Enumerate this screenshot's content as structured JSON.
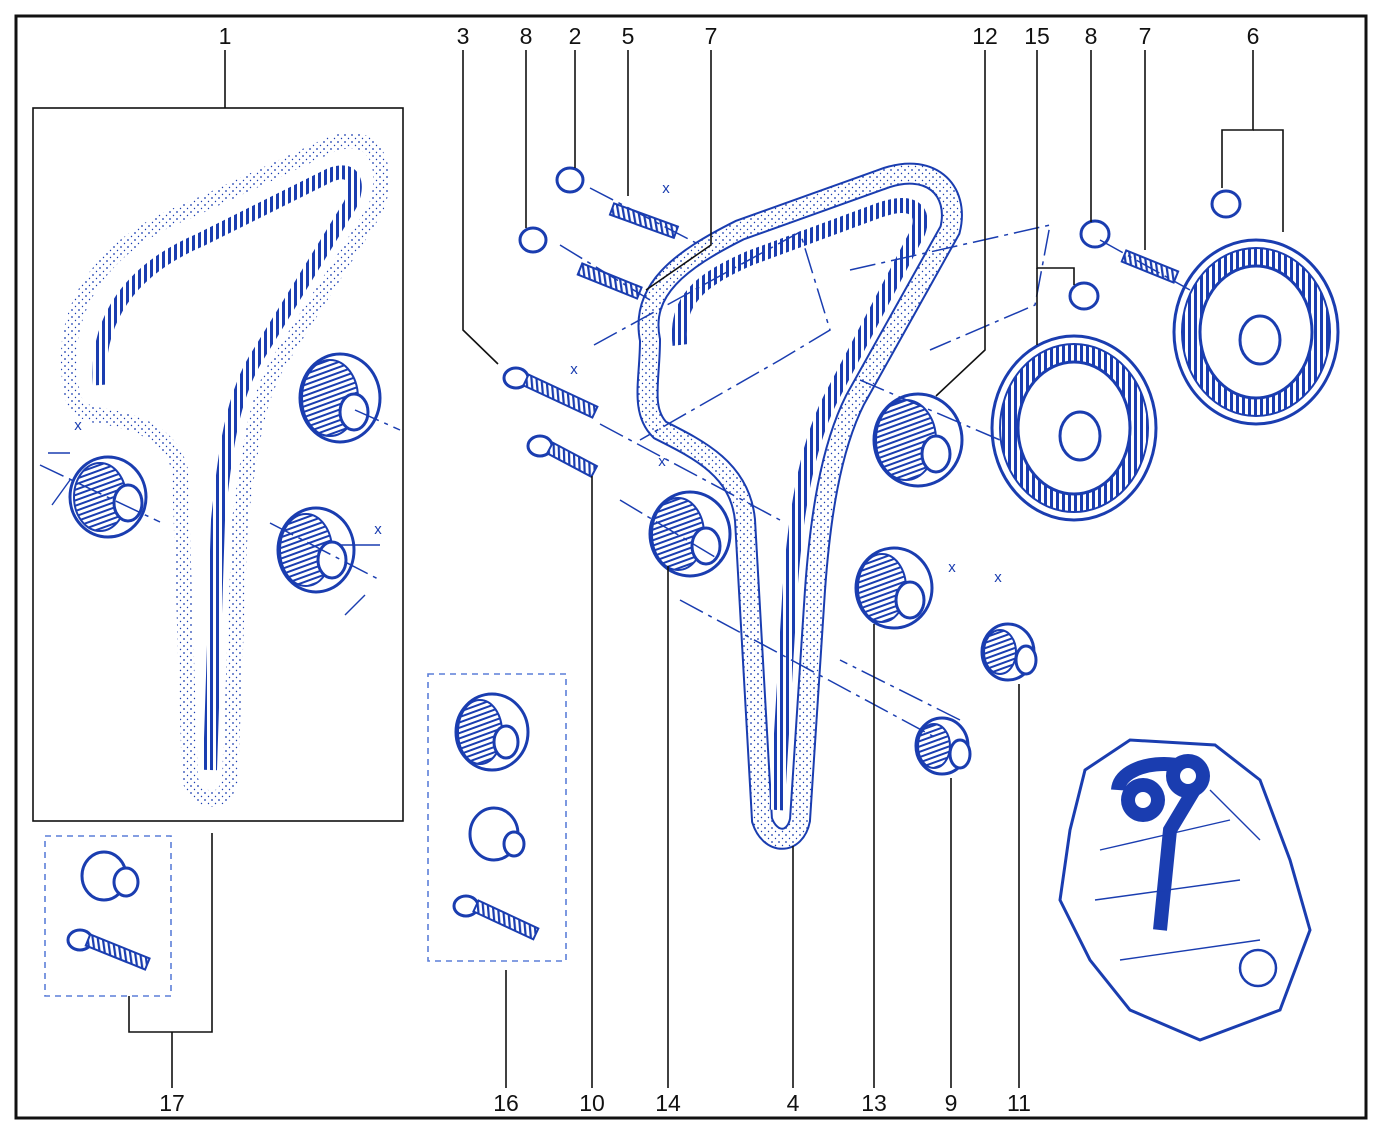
{
  "callouts": {
    "c1": "1",
    "c3": "3",
    "c8a": "8",
    "c2": "2",
    "c5": "5",
    "c7a": "7",
    "c12": "12",
    "c15": "15",
    "c8b": "8",
    "c7b": "7",
    "c6": "6",
    "c17": "17",
    "c16": "16",
    "c10": "10",
    "c14": "14",
    "c4": "4",
    "c13": "13",
    "c9": "9",
    "c11": "11"
  },
  "dimension_label": "x",
  "colors": {
    "line": "#1a3db0",
    "frame": "#111111",
    "kit_box": "#5b7ed8"
  }
}
